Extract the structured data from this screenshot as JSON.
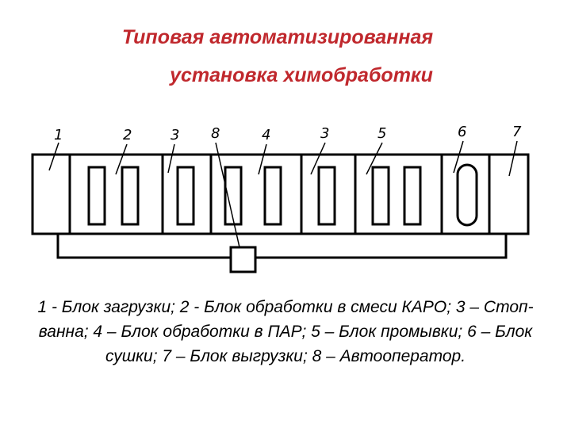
{
  "title": {
    "line1": "Типовая автоматизированная",
    "line2": "установка химобработки",
    "color": "#c0282d"
  },
  "diagram": {
    "labels": [
      "1",
      "2",
      "3",
      "8",
      "4",
      "3",
      "5",
      "6",
      "7"
    ]
  },
  "caption": "1 - Блок загрузки; 2 - Блок обработки в смеси КАРО; 3 – Стоп-ванна; 4 – Блок обработки в ПАР; 5 – Блок промывки; 6 – Блок сушки; 7 – Блок выгрузки; 8 – Автооператор."
}
